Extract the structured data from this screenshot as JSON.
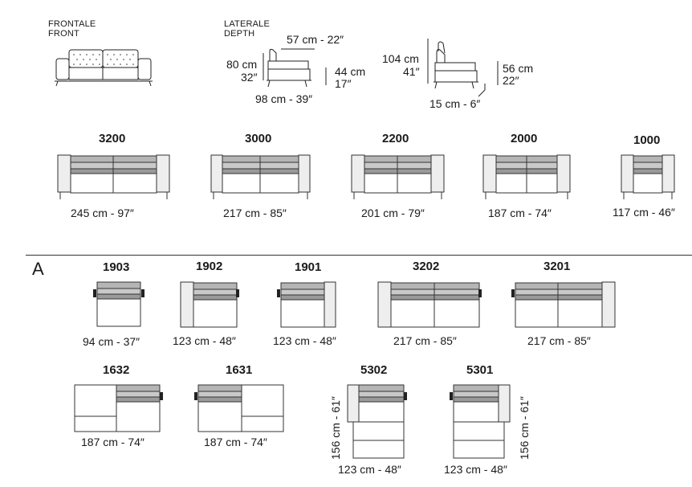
{
  "header": {
    "front_label_it": "FRONTALE",
    "front_label_en": "FRONT",
    "side_label_it": "LATERALE",
    "side_label_en": "DEPTH"
  },
  "side_view_1": {
    "depth_seat": "57 cm - 22″",
    "height_cm": "80 cm",
    "height_in": "32″",
    "seat_height_cm": "44 cm",
    "seat_height_in": "17″",
    "depth_total": "98 cm - 39″"
  },
  "side_view_2": {
    "height_cm": "104 cm",
    "height_in": "41″",
    "seat_height_cm": "56 cm",
    "seat_height_in": "22″",
    "leg": "15 cm - 6″"
  },
  "sofas": [
    {
      "code": "3200",
      "dim": "245 cm - 97″"
    },
    {
      "code": "3000",
      "dim": "217 cm - 85″"
    },
    {
      "code": "2200",
      "dim": "201 cm - 79″"
    },
    {
      "code": "2000",
      "dim": "187 cm - 74″"
    },
    {
      "code": "1000",
      "dim": "117 cm - 46″"
    }
  ],
  "section_label": "A",
  "modules_row1": [
    {
      "code": "1903",
      "dim": "94 cm - 37″"
    },
    {
      "code": "1902",
      "dim": "123 cm - 48″"
    },
    {
      "code": "1901",
      "dim": "123 cm - 48″"
    },
    {
      "code": "3202",
      "dim": "217 cm - 85″"
    },
    {
      "code": "3201",
      "dim": "217 cm - 85″"
    }
  ],
  "modules_row2": [
    {
      "code": "1632",
      "dim": "187 cm - 74″"
    },
    {
      "code": "1631",
      "dim": "187 cm - 74″"
    },
    {
      "code": "5302",
      "dim": "123 cm - 48″",
      "depth": "156 cm - 61″"
    },
    {
      "code": "5301",
      "dim": "123 cm - 48″",
      "depth": "156 cm - 61″"
    }
  ]
}
